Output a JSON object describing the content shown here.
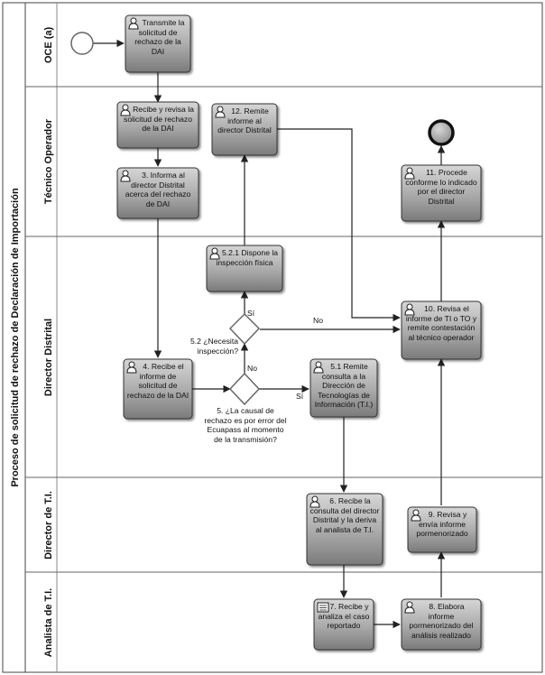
{
  "pool": {
    "title": "Proceso de solicitud de rechazo de Declaración de Importación"
  },
  "lanes": [
    {
      "id": "oce",
      "label": "OCE (a)"
    },
    {
      "id": "tecnico",
      "label": "Técnico Operador"
    },
    {
      "id": "director_distrital",
      "label": "Director Distrital"
    },
    {
      "id": "director_ti",
      "label": "Director de T.I."
    },
    {
      "id": "analista_ti",
      "label": "Analista de T.I."
    }
  ],
  "tasks": [
    {
      "id": "t1",
      "icon": "user-icon",
      "text": "Transmite la solicitud de rechazo de la DAI"
    },
    {
      "id": "t2",
      "icon": "user-icon",
      "text": "Recibe y revisa la solicitud de rechazo de la DAI"
    },
    {
      "id": "t3",
      "icon": "user-icon",
      "text": "3. Informa al director Distrital acerca del rechazo de DAI"
    },
    {
      "id": "t12",
      "icon": "user-icon",
      "text": "12. Remite informe al director Distrital"
    },
    {
      "id": "t11",
      "icon": "user-icon",
      "text": "11. Procede conforme lo indicado por el director Distrital"
    },
    {
      "id": "t521",
      "icon": "user-icon",
      "text": "5.2.1 Dispone la inspección física"
    },
    {
      "id": "t10",
      "icon": "user-icon",
      "text": "10. Revisa el informe de TI o TO y remite contestación al técnico operador"
    },
    {
      "id": "t4",
      "icon": "user-icon",
      "text": "4. Recibe el informe de solicitud de rechazo de la DAI"
    },
    {
      "id": "t51",
      "icon": "user-icon",
      "text": "5.1 Remite consulta a la Dirección de Tecnologías de Información (T.I.)"
    },
    {
      "id": "t6",
      "icon": "user-icon",
      "text": "6. Recibe la consulta del director Distrital y la deriva al analista de T.I."
    },
    {
      "id": "t9",
      "icon": "user-icon",
      "text": "9. Revisa y envía informe pormenorizado"
    },
    {
      "id": "t7",
      "icon": "script-icon",
      "text": "7. Recibe y analiza el caso reportado"
    },
    {
      "id": "t8",
      "icon": "user-icon",
      "text": "8. Elabora informe pormenorizado del análisis realizado"
    }
  ],
  "gateways": {
    "g5": {
      "text": "5. ¿La causal de rechazo es por error del Ecuapass al momento de la transmisión?"
    },
    "g52": {
      "text": "5.2 ¿Necesita inspección?"
    }
  },
  "flow_labels": {
    "si_1": "Sí",
    "si_2": "Sí",
    "no_1": "No",
    "no_2": "No"
  },
  "colors": {
    "task_fill_light": "#b9b9b9",
    "task_fill_dark": "#7d7d7d",
    "lane_header": "#ffffff",
    "line": "#222222",
    "end_fill": "#a8a8a8"
  }
}
